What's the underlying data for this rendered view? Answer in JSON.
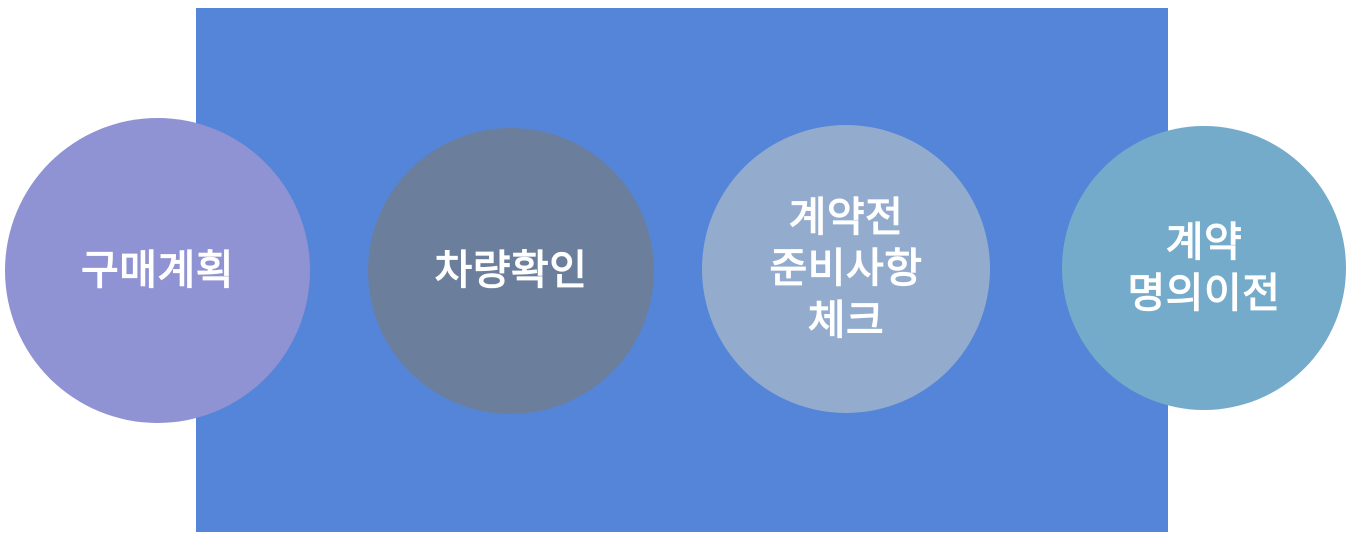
{
  "diagram": {
    "title": "car-purchase-process-steps",
    "background_color": "#5585D8",
    "text_color": "#FFFFFF",
    "steps": [
      {
        "label": "구매계획",
        "color": "#8F92D3"
      },
      {
        "label": "차량확인",
        "color": "#6B7F9D"
      },
      {
        "label": "계약전\n준비사항\n체크",
        "color": "#93ACCE"
      },
      {
        "label": "계약\n명의이전",
        "color": "#74AACA"
      }
    ]
  }
}
